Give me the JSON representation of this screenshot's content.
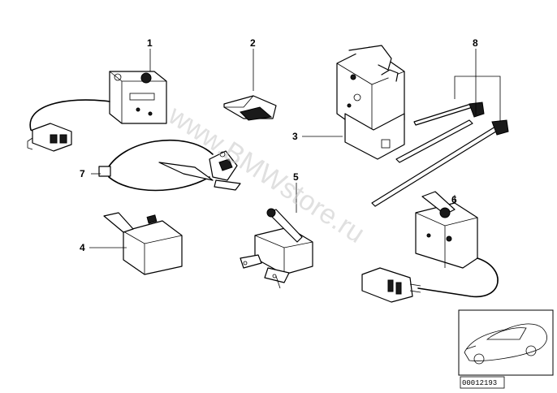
{
  "callouts": {
    "c1": "1",
    "c2": "2",
    "c3": "3",
    "c4": "4",
    "c5": "5",
    "c6": "6",
    "c7": "7",
    "c8": "8"
  },
  "watermark": "www.BMWstore.ru",
  "thumbnail": {
    "reference_number": "00012193"
  }
}
